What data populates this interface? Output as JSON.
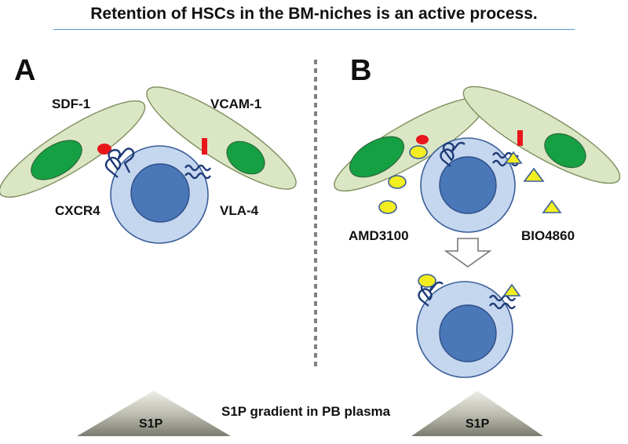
{
  "title": "Retention of HSCs in the BM-niches is an active process.",
  "panels": {
    "a": {
      "letter": "A",
      "sdf1_label": "SDF-1",
      "vcam1_label": "VCAM-1",
      "cxcr4_label": "CXCR4",
      "vla4_label": "VLA-4"
    },
    "b": {
      "letter": "B",
      "amd_label": "AMD3100",
      "bio_label": "BIO4860"
    }
  },
  "bottom": {
    "left_triangle_label": "S1P",
    "right_triangle_label": "S1P",
    "gradient_caption": "S1P gradient in PB plasma"
  },
  "colors": {
    "stromal_fill": "#dbe6c4",
    "stromal_stroke": "#7f8f5f",
    "stromal_nucleus": "#15a043",
    "cell_fill": "#c5d6ef",
    "cell_nucleus": "#4a77b8",
    "cell_stroke": "#3a5f98",
    "receptor": "#1f3b78",
    "sdf1": "#e8161b",
    "amd_marker": "#f3ee1f",
    "separator": "#808080",
    "triangle_dark": "#7a7a70",
    "rule": "#5b9bd5"
  }
}
